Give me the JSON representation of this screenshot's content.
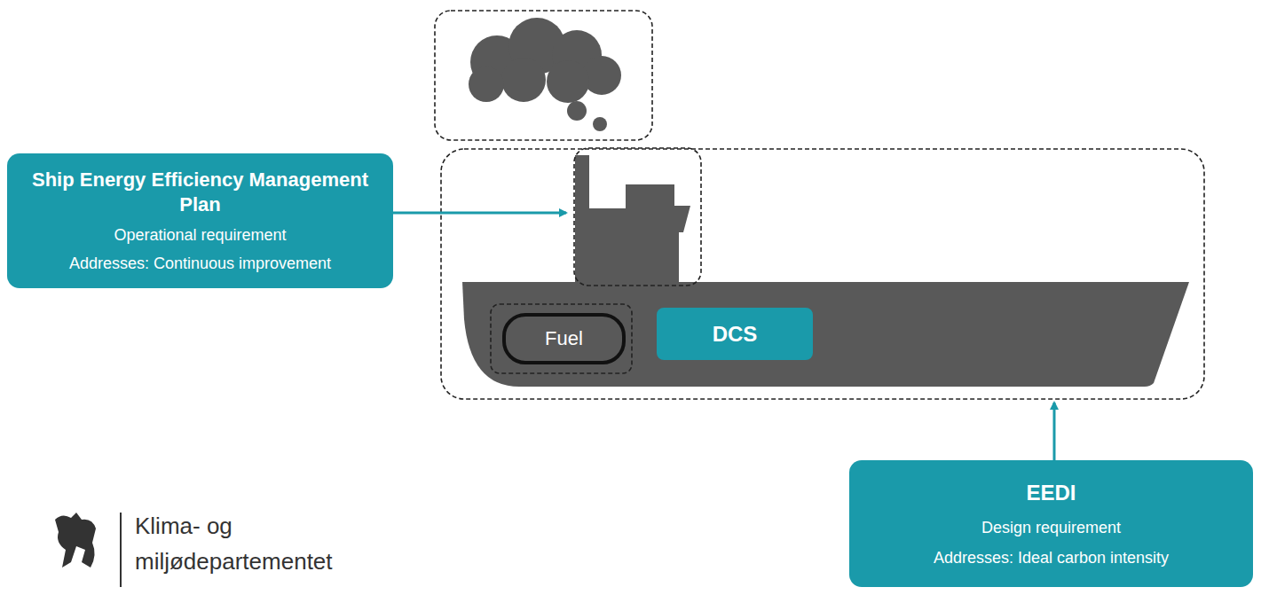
{
  "diagram": {
    "nodes": [
      {
        "text": [
          "Ship Energy Efficiency Management Plan",
          "Operational requirement",
          "Addresses: Continuous improvement"
        ]
      },
      {
        "text": [
          "Fuel"
        ]
      },
      {
        "text": [
          "DCS"
        ]
      },
      {
        "text": [
          "EEDI",
          "Design requirement",
          "Addresses: Ideal carbon intensity"
        ]
      }
    ],
    "labels": [
      "Klima- og",
      "miljødepartementet"
    ]
  }
}
